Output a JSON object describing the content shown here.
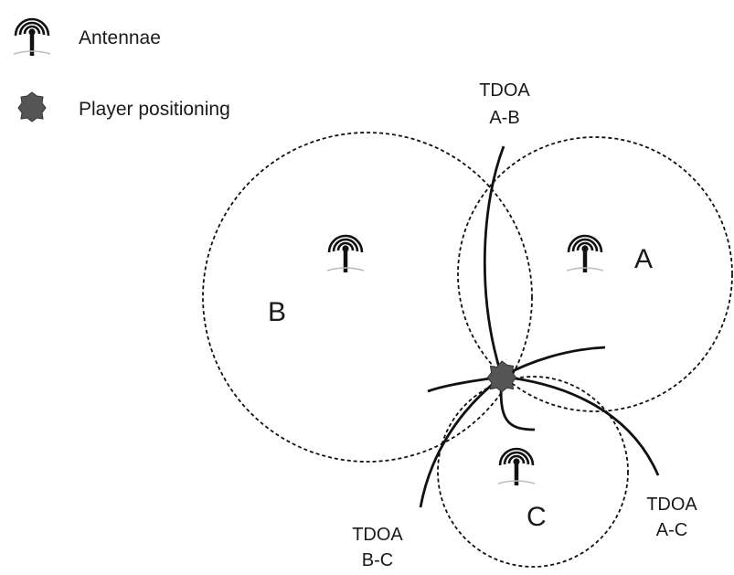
{
  "legend": {
    "antenna_label": "Antennae",
    "player_label": "Player positioning"
  },
  "stations": {
    "a": "A",
    "b": "B",
    "c": "C"
  },
  "tdoa": {
    "ab": [
      "TDOA",
      "A-B"
    ],
    "bc": [
      "TDOA",
      "B-C"
    ],
    "ac": [
      "TDOA",
      "A-C"
    ]
  },
  "colors": {
    "line": "#111111",
    "star": "#555555",
    "antenna_base": "#bbbbbb"
  },
  "icons": [
    "antenna-icon",
    "star-icon"
  ]
}
